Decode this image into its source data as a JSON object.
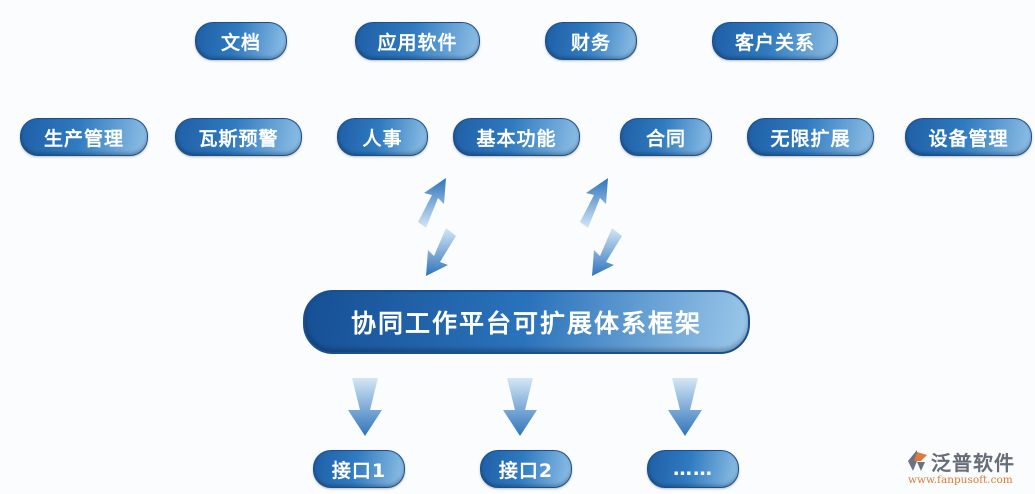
{
  "top_row": [
    "文档",
    "应用软件",
    "财务",
    "客户关系"
  ],
  "second_row": [
    "生产管理",
    "瓦斯预警",
    "人事",
    "基本功能",
    "合同",
    "无限扩展",
    "设备管理"
  ],
  "framework": "协同工作平台可扩展体系框架",
  "interfaces": [
    "接口1",
    "接口2",
    "……"
  ],
  "logo": {
    "name": "泛普软件",
    "url": "www.fanpusoft.com"
  },
  "colors": {
    "pill": "#2a73bb",
    "arrow": "#3a7fc4",
    "logo_orange": "#e07a3a"
  }
}
